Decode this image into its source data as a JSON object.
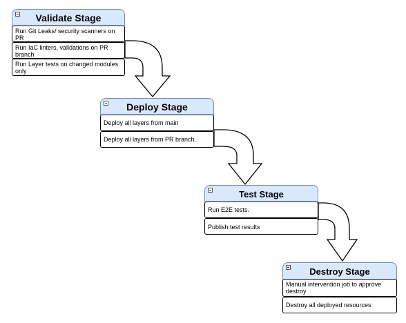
{
  "stages": [
    {
      "title": "Validate Stage",
      "items": [
        "Run Git Leaks/ security scanners on PR",
        "Run IaC linters, validations on PR branch",
        "Run Layer tests on changed modules only"
      ]
    },
    {
      "title": "Deploy Stage",
      "items": [
        "Deploy all layers from main",
        "Deploy all layers from PR branch."
      ]
    },
    {
      "title": "Test Stage",
      "items": [
        "Run E2E tests.",
        "Publish test results"
      ]
    },
    {
      "title": "Destroy Stage",
      "items": [
        "Manual intervention job to approve destroy",
        "Destroy all deployed resources"
      ]
    }
  ],
  "colors": {
    "header_fill": "#dae8fc",
    "header_border": "#6c8ebf",
    "item_border": "#000000",
    "arrow_stroke": "#000000"
  },
  "icons": [
    "collapse-icon",
    "curved-arrow-icon"
  ]
}
